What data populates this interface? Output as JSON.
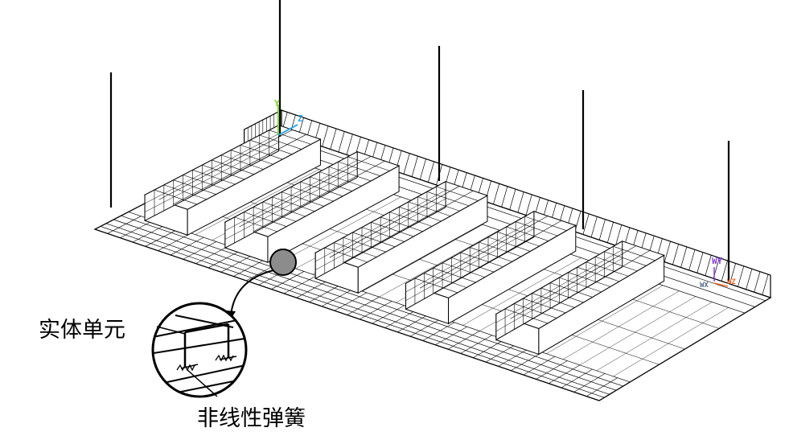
{
  "annotations": {
    "solid_element": "实体单元",
    "nonlinear_spring": "非线性弹簧"
  },
  "axes": {
    "global_y": "Y",
    "global_z": "Z",
    "work_y": "WY",
    "work_x": "WX",
    "work_z": "WZ"
  },
  "colors": {
    "mesh": "#000000",
    "axis_y": "#7fd61f",
    "axis_z": "#2fa8e8",
    "work_y": "#8a3fe0",
    "work_x": "#556b8a",
    "work_z": "#f06a2a",
    "magnifier_fill": "#8c8c8c"
  }
}
